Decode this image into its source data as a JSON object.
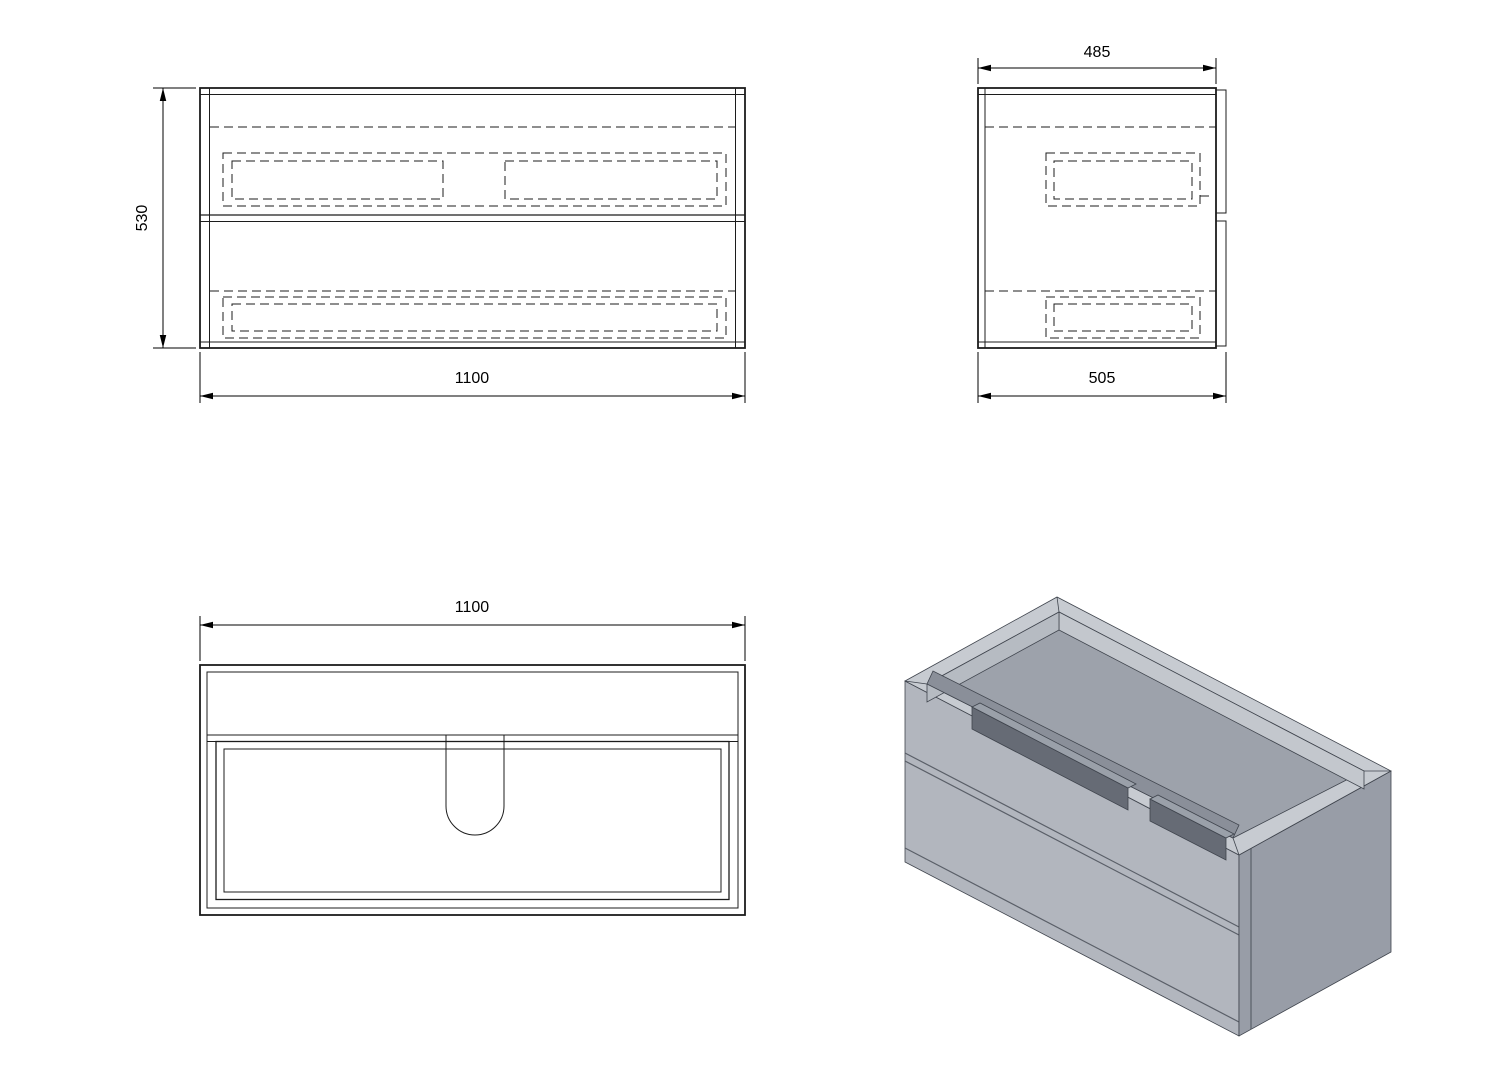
{
  "drawing": {
    "type": "technical-drawing",
    "subject": "two-drawer washbasin cabinet, orthographic views with isometric",
    "front": {
      "dim_height": "530",
      "dim_width": "1100"
    },
    "side": {
      "dim_depth_top": "485",
      "dim_depth_bottom": "505"
    },
    "top": {
      "dim_width": "1100"
    }
  },
  "colors": {
    "line": "#1c1c1c",
    "dim": "#000000",
    "bg": "#ffffff",
    "iso_top": "#c7cbd1",
    "iso_front": "#b2b6be",
    "iso_side": "#989da7",
    "iso_interior": "#9da2ab",
    "iso_back_inner": "#c3c7cd",
    "iso_left_inner": "#b6bbc2",
    "iso_shadow": "#8a8f99",
    "iso_strip": "#666b75",
    "iso_strip_top": "#9aa0a9",
    "iso_edge": "#3f444d"
  }
}
